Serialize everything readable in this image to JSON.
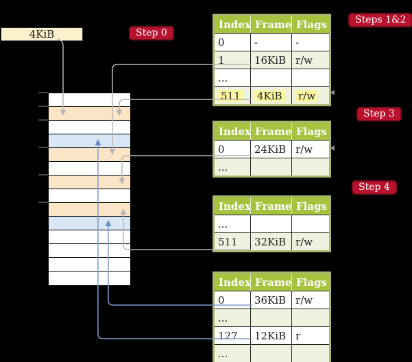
{
  "frame_label": "4KiB",
  "step_labels": {
    "step0": "Step 0",
    "steps_1_2": "Steps 1&2",
    "step3": "Step 3",
    "step4": "Step 4"
  },
  "tables": [
    {
      "id": "step0-page-table",
      "headers": [
        "Index",
        "Frame",
        "Flags"
      ],
      "rows": [
        {
          "cells": [
            "0",
            "-",
            "-"
          ],
          "highlight": false
        },
        {
          "cells": [
            "1",
            "16KiB",
            "r/w"
          ],
          "highlight": false
        },
        {
          "cells": [
            "...",
            "",
            ""
          ],
          "highlight": false
        },
        {
          "cells": [
            "511",
            "4KiB",
            "r/w"
          ],
          "highlight": true
        }
      ]
    },
    {
      "id": "step3-page-table",
      "headers": [
        "Index",
        "Frame",
        "Flags"
      ],
      "rows": [
        {
          "cells": [
            "0",
            "24KiB",
            "r/w"
          ],
          "highlight": false
        },
        {
          "cells": [
            "...",
            "",
            ""
          ],
          "highlight": false
        }
      ]
    },
    {
      "id": "step4-page-table",
      "headers": [
        "Index",
        "Frame",
        "Flags"
      ],
      "rows": [
        {
          "cells": [
            "...",
            "",
            ""
          ],
          "highlight": false
        },
        {
          "cells": [
            "511",
            "32KiB",
            "r/w"
          ],
          "highlight": false
        }
      ]
    },
    {
      "id": "final-page-table",
      "headers": [
        "Index",
        "Frame",
        "Flags"
      ],
      "rows": [
        {
          "cells": [
            "0",
            "36KiB",
            "r/w"
          ],
          "highlight": false
        },
        {
          "cells": [
            "...",
            "",
            ""
          ],
          "highlight": false
        },
        {
          "cells": [
            "127",
            "12KiB",
            "r"
          ],
          "highlight": false
        },
        {
          "cells": [
            "...",
            "",
            ""
          ],
          "highlight": false
        }
      ]
    }
  ],
  "memory": {
    "rows": [
      "free",
      "orange",
      "free",
      "blue",
      "orange",
      "free",
      "orange",
      "free",
      "orange",
      "blue",
      "free",
      "free",
      "free",
      "free"
    ]
  },
  "colors": {
    "background": "#000000",
    "table_header_green": "#a6c23f",
    "table_row_green": "#eef2de",
    "table_border_green": "#a9b770",
    "memory_used_orange": "#fce4c7",
    "memory_used_blue": "#d9e6f6",
    "frame_box_cream": "#fcf0cd",
    "highlight_yellow": "#fdf6a2",
    "step_label_crimson": "#b9122f",
    "connector_gray": "#b5b5b5",
    "connector_blue": "#7e9cc9"
  }
}
